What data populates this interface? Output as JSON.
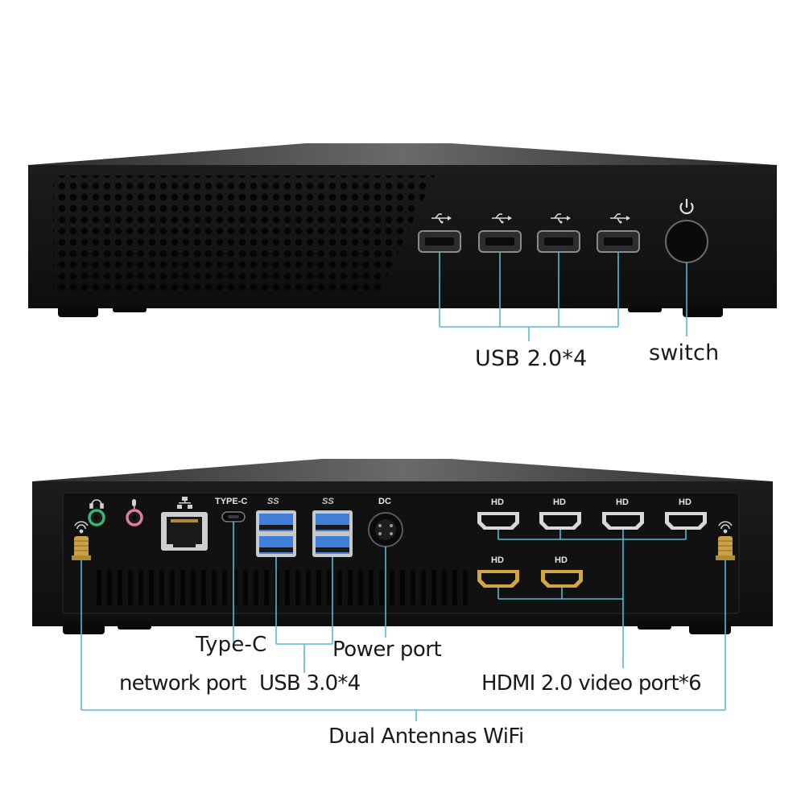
{
  "front_labels": {
    "usb2": "USB 2.0*4",
    "switch": "switch"
  },
  "back_labels": {
    "type_c": "Type-C",
    "power_port": "Power port",
    "network_port": "network port",
    "usb3": "USB 3.0*4",
    "hdmi": "HDMI 2.0 video port*6",
    "wifi": "Dual Antennas WiFi"
  },
  "panel_markings": {
    "type_c": "TYPE-C",
    "dc": "DC",
    "hd": "HD",
    "ss": "SS"
  },
  "colors": {
    "chassis": "#151515",
    "callout_line": "#5ab8d6",
    "audio_green": "#3cb371",
    "audio_pink": "#e07aa0",
    "usb3_blue": "#3f7fd8",
    "hdmi_gold": "#d4a640"
  },
  "icons": [
    "usb-icon",
    "power-icon",
    "headphone-icon",
    "microphone-icon",
    "network-icon",
    "wifi-icon"
  ]
}
